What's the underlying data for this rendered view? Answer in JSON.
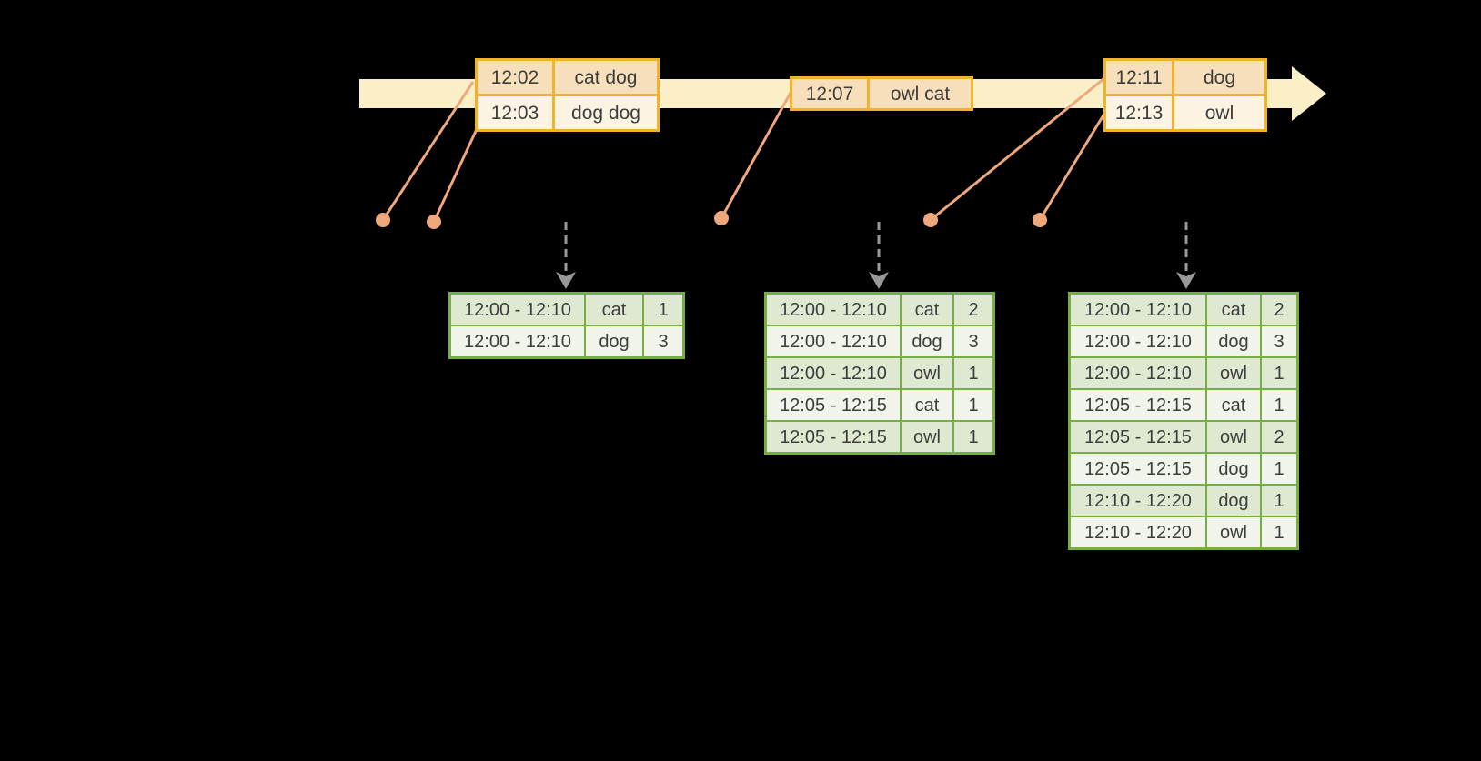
{
  "colors": {
    "bg": "#000000",
    "band": "#FBEFC8",
    "amber": "#F0B32A",
    "peach": "#F8DFBC",
    "cream": "#FCF3E2",
    "salmon": "#EFA77C",
    "gray_arrow": "#999999",
    "green": "#76B043",
    "green_row_light": "#DFE9D2",
    "green_row_pale": "#F0F4EA",
    "text": "#3D3D3D"
  },
  "timeline": {
    "event_groups": [
      {
        "rows": [
          {
            "time": "12:02",
            "words": "cat dog"
          },
          {
            "time": "12:03",
            "words": "dog dog"
          }
        ]
      },
      {
        "rows": [
          {
            "time": "12:07",
            "words": "owl cat"
          }
        ]
      },
      {
        "rows": [
          {
            "time": "12:11",
            "words": "dog"
          },
          {
            "time": "12:13",
            "words": "owl"
          }
        ]
      }
    ]
  },
  "result_tables": [
    {
      "rows": [
        {
          "window": "12:00 - 12:10",
          "word": "cat",
          "count": "1"
        },
        {
          "window": "12:00 - 12:10",
          "word": "dog",
          "count": "3"
        }
      ]
    },
    {
      "rows": [
        {
          "window": "12:00 - 12:10",
          "word": "cat",
          "count": "2"
        },
        {
          "window": "12:00 - 12:10",
          "word": "dog",
          "count": "3"
        },
        {
          "window": "12:00 - 12:10",
          "word": "owl",
          "count": "1"
        },
        {
          "window": "12:05 - 12:15",
          "word": "cat",
          "count": "1",
          "new_group": true
        },
        {
          "window": "12:05 - 12:15",
          "word": "owl",
          "count": "1"
        }
      ]
    },
    {
      "rows": [
        {
          "window": "12:00 - 12:10",
          "word": "cat",
          "count": "2"
        },
        {
          "window": "12:00 - 12:10",
          "word": "dog",
          "count": "3"
        },
        {
          "window": "12:00 - 12:10",
          "word": "owl",
          "count": "1"
        },
        {
          "window": "12:05 - 12:15",
          "word": "cat",
          "count": "1",
          "new_group": true
        },
        {
          "window": "12:05 - 12:15",
          "word": "owl",
          "count": "2"
        },
        {
          "window": "12:05 - 12:15",
          "word": "dog",
          "count": "1"
        },
        {
          "window": "12:10 - 12:20",
          "word": "dog",
          "count": "1",
          "new_group": true
        },
        {
          "window": "12:10 - 12:20",
          "word": "owl",
          "count": "1"
        }
      ]
    }
  ]
}
